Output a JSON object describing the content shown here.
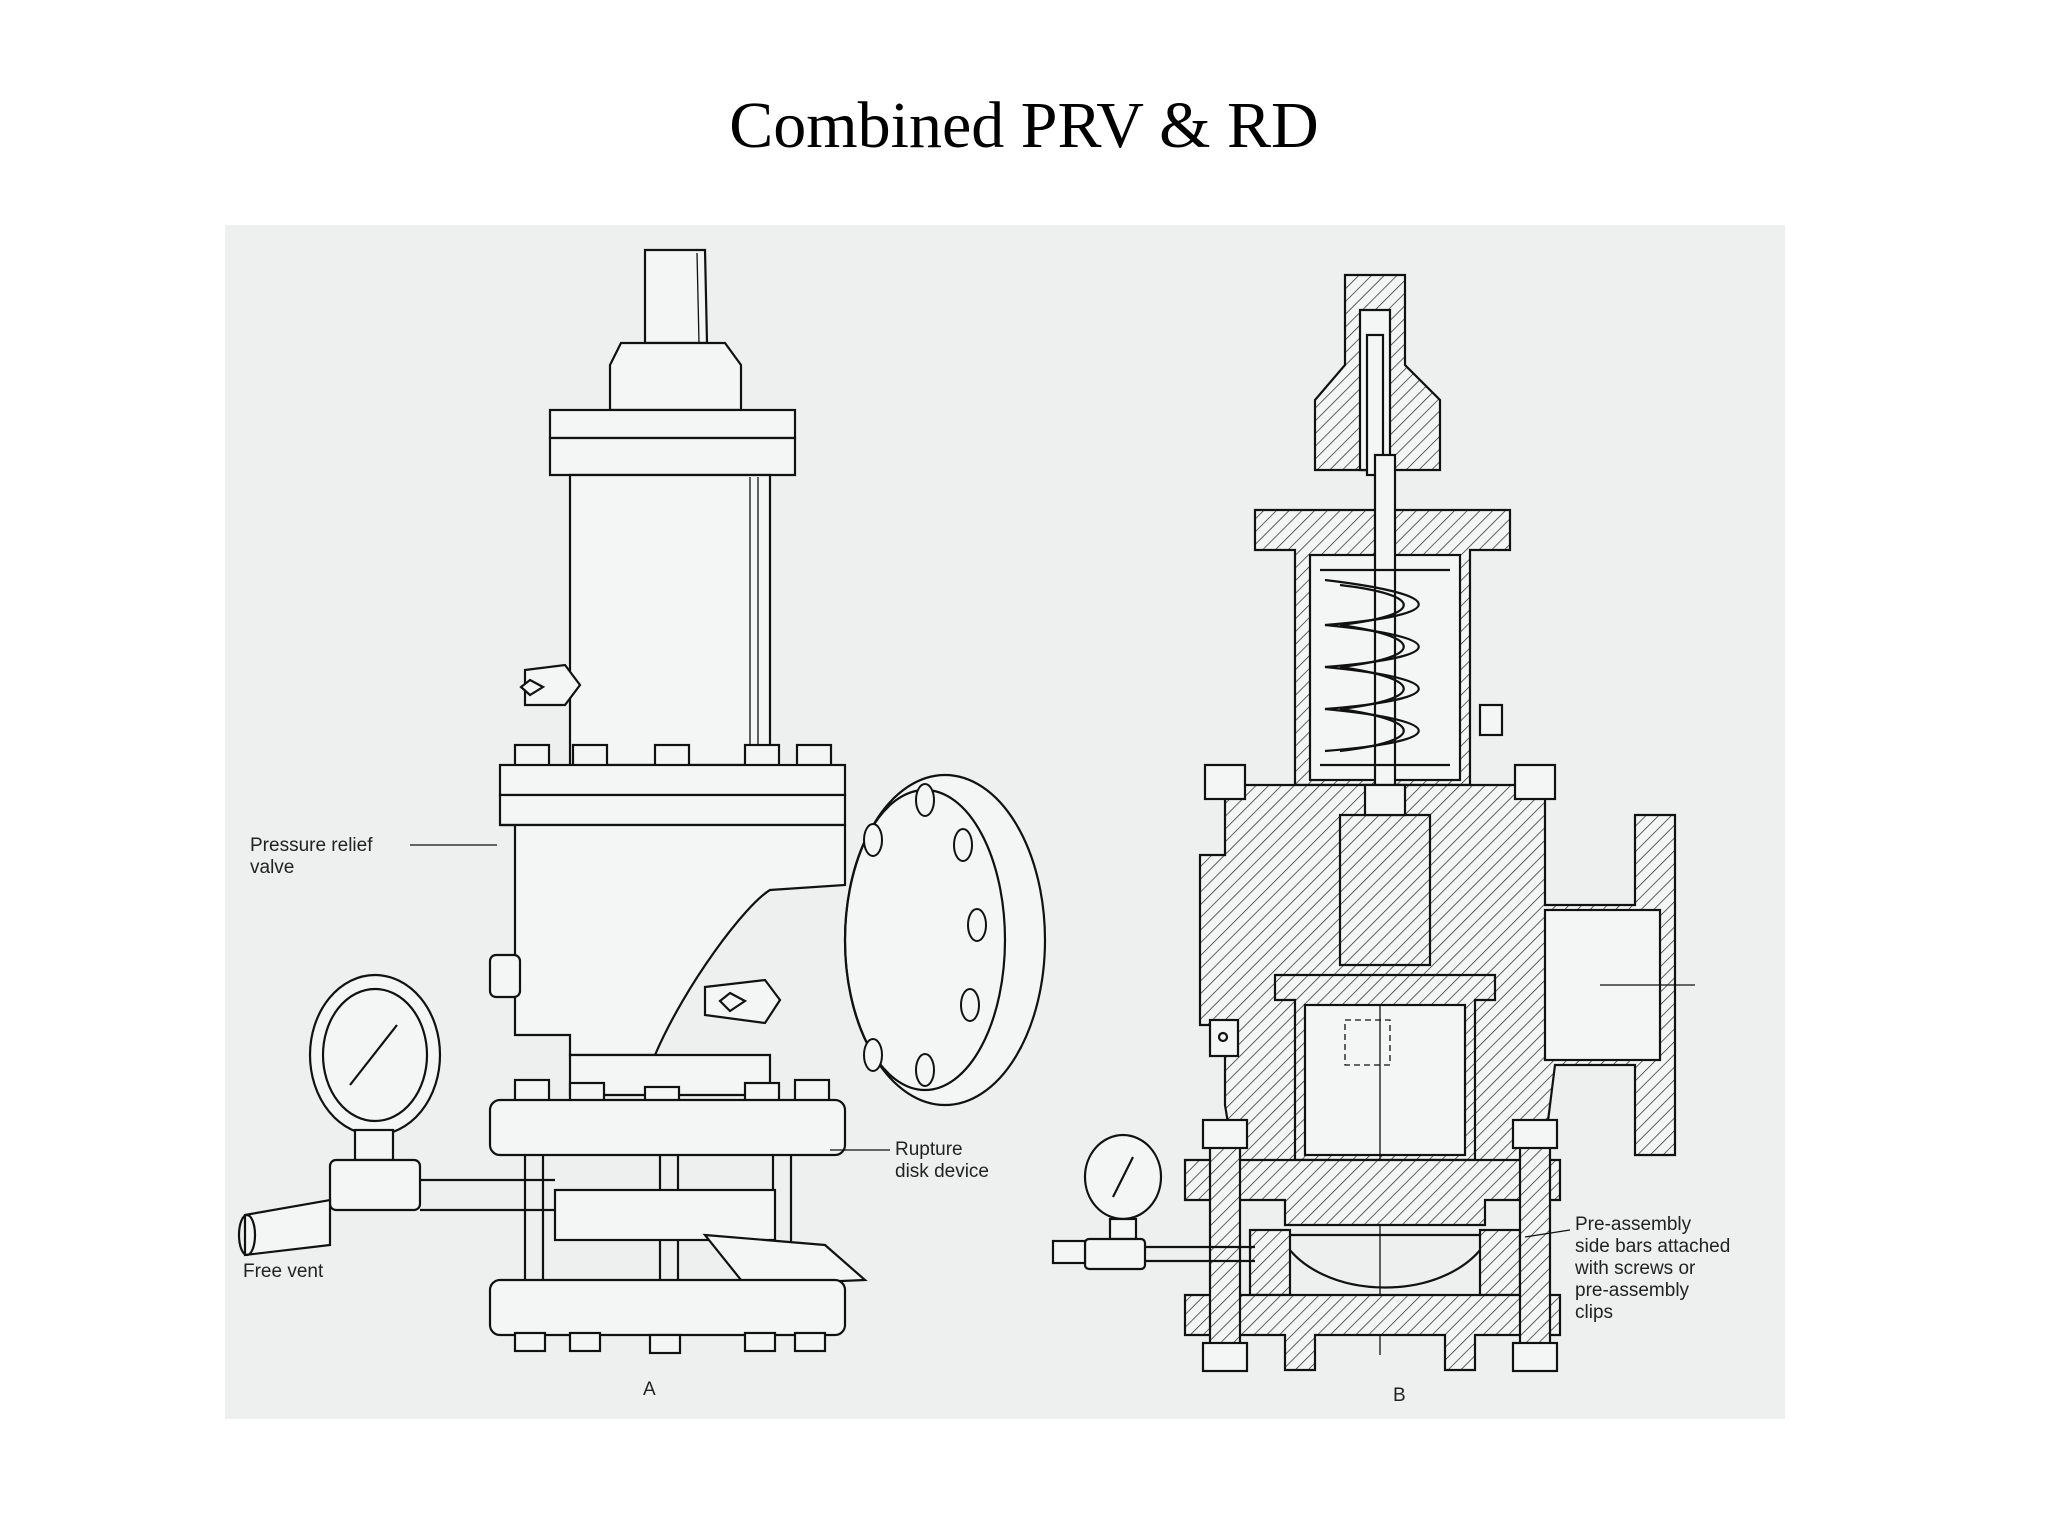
{
  "slide": {
    "title": "Combined PRV & RD"
  },
  "figure_a": {
    "caption": "A",
    "labels": {
      "pressure_relief_line1": "Pressure relief",
      "pressure_relief_line2": "valve",
      "rupture_line1": "Rupture",
      "rupture_line2": "disk device",
      "free_vent": "Free vent"
    }
  },
  "figure_b": {
    "caption": "B",
    "labels": {
      "preassembly_line1": "Pre-assembly",
      "preassembly_line2": "side bars attached",
      "preassembly_line3": "with screws or",
      "preassembly_line4": "pre-assembly",
      "preassembly_line5": "clips"
    }
  }
}
